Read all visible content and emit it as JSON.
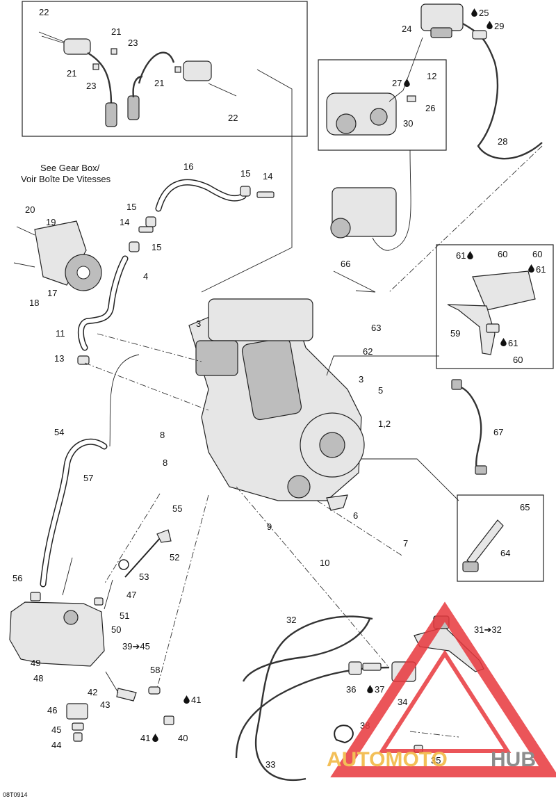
{
  "notes": {
    "see_gear_box_line1": "See Gear Box/",
    "see_gear_box_line2": "Voir Boîte De Vitesses",
    "drawing_code": "08T0914"
  },
  "callouts": {
    "c22a": "22",
    "c21a": "21",
    "c23a": "23",
    "c21b": "21",
    "c23b": "23",
    "c21c": "21",
    "c22b": "22",
    "c24": "24",
    "c25": "25",
    "c29": "29",
    "c27": "27",
    "c12": "12",
    "c26": "26",
    "c30": "30",
    "c28": "28",
    "c16": "16",
    "c15a": "15",
    "c14a": "14",
    "c15b": "15",
    "c14b": "14",
    "c15c": "15",
    "c20": "20",
    "c19": "19",
    "c18": "18",
    "c17": "17",
    "c4": "4",
    "c66": "66",
    "c3a": "3",
    "c63": "63",
    "c62": "62",
    "c11": "11",
    "c13": "13",
    "c61a": "61",
    "c60a": "60",
    "c60b": "60",
    "c61b": "61",
    "c59": "59",
    "c61c": "61",
    "c60c": "60",
    "c3b": "3",
    "c5": "5",
    "c12main": "1,2",
    "c67": "67",
    "c54": "54",
    "c8a": "8",
    "c8b": "8",
    "c57": "57",
    "c55": "55",
    "c9": "9",
    "c6": "6",
    "c10": "10",
    "c7": "7",
    "c65": "65",
    "c64": "64",
    "c52": "52",
    "c53": "53",
    "c56": "56",
    "c47": "47",
    "c51": "51",
    "c50": "50",
    "c3945": "39➔45",
    "c49": "49",
    "c48": "48",
    "c42": "42",
    "c43": "43",
    "c58": "58",
    "c46": "46",
    "c41a": "41",
    "c45": "45",
    "c44": "44",
    "c41b": "41",
    "c40": "40",
    "c32a": "32",
    "c3132": "31➔32",
    "c36": "36",
    "c37": "37",
    "c34": "34",
    "c38": "38",
    "c35": "35",
    "c33": "33"
  },
  "watermark": {
    "brand_part1": "AUTOMOTO",
    "brand_part2": "HUB",
    "color_part1": "#f2b53a",
    "color_part2": "#7a7a7a",
    "triangle_color": "#e8383d"
  },
  "icons": {
    "oil_drop": "oil-drop-icon"
  }
}
